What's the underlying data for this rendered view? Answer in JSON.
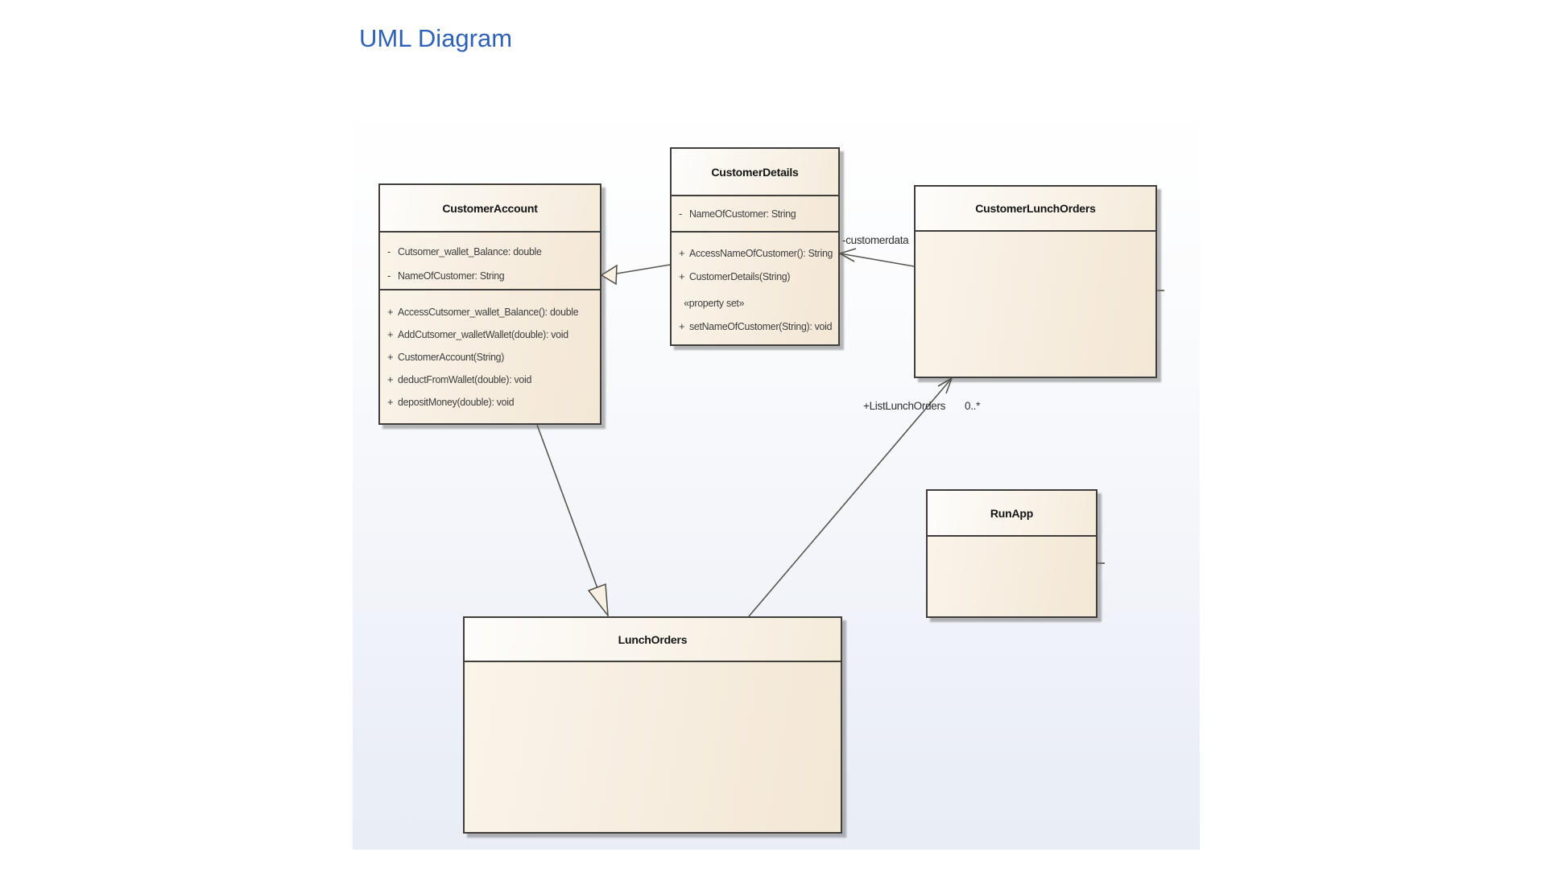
{
  "page": {
    "title": "UML Diagram",
    "title_color": "#2f62b5"
  },
  "diagram": {
    "classes": [
      {
        "name": "CustomerAccount",
        "attributes": [
          {
            "vis": "-",
            "text": "Cutsomer_wallet_Balance: double"
          },
          {
            "vis": "-",
            "text": "NameOfCustomer: String"
          }
        ],
        "methods": [
          {
            "vis": "+",
            "text": "AccessCutsomer_wallet_Balance(): double"
          },
          {
            "vis": "+",
            "text": "AddCutsomer_walletWallet(double): void"
          },
          {
            "vis": "+",
            "text": "CustomerAccount(String)"
          },
          {
            "vis": "+",
            "text": "deductFromWallet(double): void"
          },
          {
            "vis": "+",
            "text": "depositMoney(double): void"
          }
        ]
      },
      {
        "name": "CustomerDetails",
        "attributes": [
          {
            "vis": "-",
            "text": "NameOfCustomer: String"
          }
        ],
        "methods": [
          {
            "vis": "+",
            "text": "AccessNameOfCustomer(): String"
          },
          {
            "vis": "+",
            "text": "CustomerDetails(String)"
          },
          {
            "vis": "",
            "text": "«property set»"
          },
          {
            "vis": "+",
            "text": "setNameOfCustomer(String): void"
          }
        ]
      },
      {
        "name": "CustomerLunchOrders",
        "attributes": [],
        "methods": []
      },
      {
        "name": "RunApp",
        "attributes": [],
        "methods": []
      },
      {
        "name": "LunchOrders",
        "attributes": [],
        "methods": []
      }
    ],
    "connectors": [
      {
        "type": "generalization",
        "from": "CustomerDetails",
        "to": "CustomerAccount",
        "label": ""
      },
      {
        "type": "association",
        "from": "CustomerLunchOrders",
        "to": "CustomerDetails",
        "label": "-customerdata"
      },
      {
        "type": "generalization",
        "from": "CustomerAccount",
        "to": "LunchOrders",
        "label": ""
      },
      {
        "type": "association",
        "from": "LunchOrders",
        "to": "CustomerLunchOrders",
        "label": "+ListLunchOrders",
        "multiplicity": "0..*"
      }
    ]
  }
}
